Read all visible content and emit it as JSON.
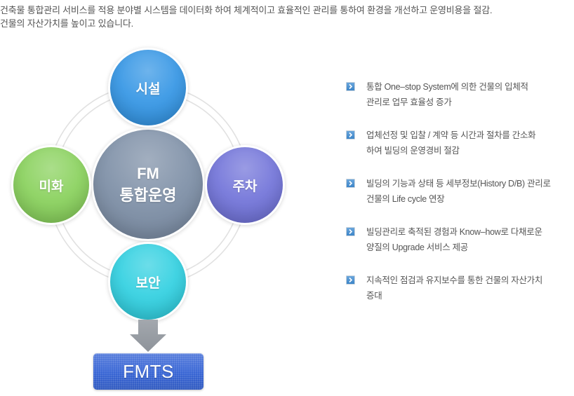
{
  "intro": {
    "line1": "건축물 통합관리 서비스를 적용 분야별 시스템을 데이터화 하여 체계적이고 효율적인 관리를 통하여 환경을 개선하고 운영비용을 절감.",
    "line2": "건물의 자산가치를 높이고 있습니다."
  },
  "diagram": {
    "center": {
      "line1": "FM",
      "line2": "통합운영"
    },
    "nodes": {
      "top": "시설",
      "right": "주차",
      "bottom": "보안",
      "left": "미화"
    },
    "result_label": "FMTS"
  },
  "benefits": [
    {
      "line1": "통합 One–stop System에 의한 건물의 입체적",
      "line2": "관리로 업무 효율성 증가"
    },
    {
      "line1": "업체선정 및 입찰 / 계약 등 시간과 절차를 간소화",
      "line2": "하여 빌딩의 운영경비 절감"
    },
    {
      "line1": "빌딩의 기능과 상태 등 세부정보(History D/B) 관리로",
      "line2": "건물의 Life cycle 연장"
    },
    {
      "line1": "빌딩관리로 축적된 경험과 Know–how로 다채로운",
      "line2": "양질의 Upgrade 서비스 제공"
    },
    {
      "line1": "지속적인 점검과 유지보수를 통한 건물의 자산가치",
      "line2": "증대"
    }
  ],
  "icons": {
    "bullet": "chevron-right-icon",
    "flow_arrow": "arrow-down-icon"
  },
  "colors": {
    "facility": "#2f93e4",
    "parking": "#6e70d8",
    "security": "#2ccfe0",
    "cleaning": "#86d058",
    "center": "#7a8ca4",
    "result": "#3462d4",
    "arrow": "#8e939a",
    "bullet": "#3b84c8",
    "text": "#555555",
    "ring": "#e1e1e1"
  }
}
